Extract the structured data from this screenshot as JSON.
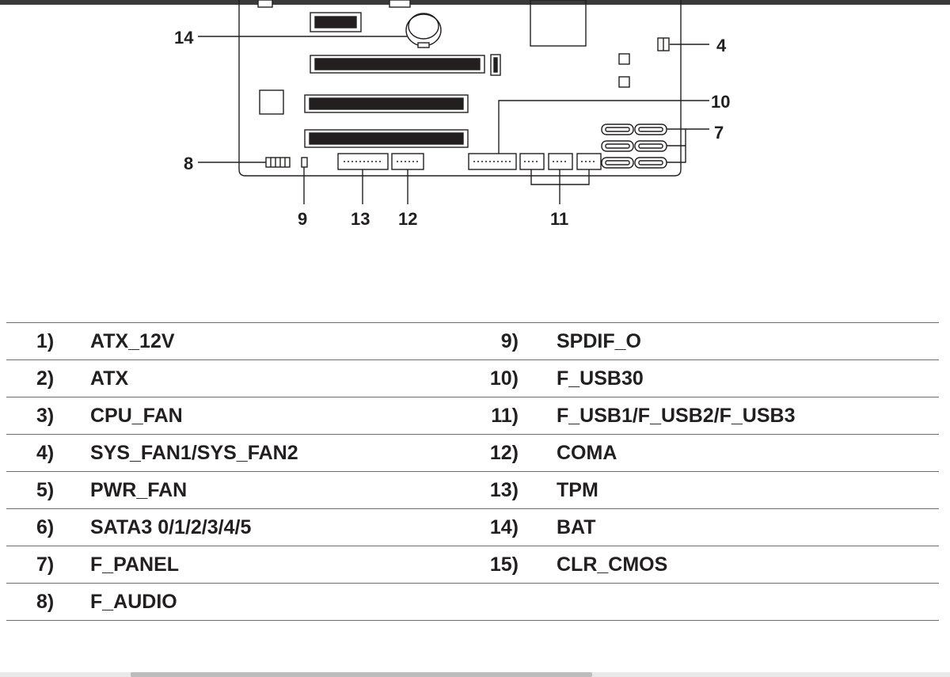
{
  "diagram": {
    "callouts": {
      "c4": "4",
      "c7": "7",
      "c8": "8",
      "c9": "9",
      "c10": "10",
      "c11": "11",
      "c12": "12",
      "c13": "13",
      "c14": "14"
    }
  },
  "legend": {
    "rows": [
      {
        "left_num": "1)",
        "left_name": "ATX_12V",
        "right_num": "9)",
        "right_name": "SPDIF_O"
      },
      {
        "left_num": "2)",
        "left_name": "ATX",
        "right_num": "10)",
        "right_name": "F_USB30"
      },
      {
        "left_num": "3)",
        "left_name": "CPU_FAN",
        "right_num": "11)",
        "right_name": "F_USB1/F_USB2/F_USB3"
      },
      {
        "left_num": "4)",
        "left_name": "SYS_FAN1/SYS_FAN2",
        "right_num": "12)",
        "right_name": "COMA"
      },
      {
        "left_num": "5)",
        "left_name": "PWR_FAN",
        "right_num": "13)",
        "right_name": "TPM"
      },
      {
        "left_num": "6)",
        "left_name": "SATA3 0/1/2/3/4/5",
        "right_num": "14)",
        "right_name": "BAT"
      },
      {
        "left_num": "7)",
        "left_name": "F_PANEL",
        "right_num": "15)",
        "right_name": "CLR_CMOS"
      },
      {
        "left_num": "8)",
        "left_name": "F_AUDIO",
        "right_num": "",
        "right_name": ""
      }
    ]
  }
}
